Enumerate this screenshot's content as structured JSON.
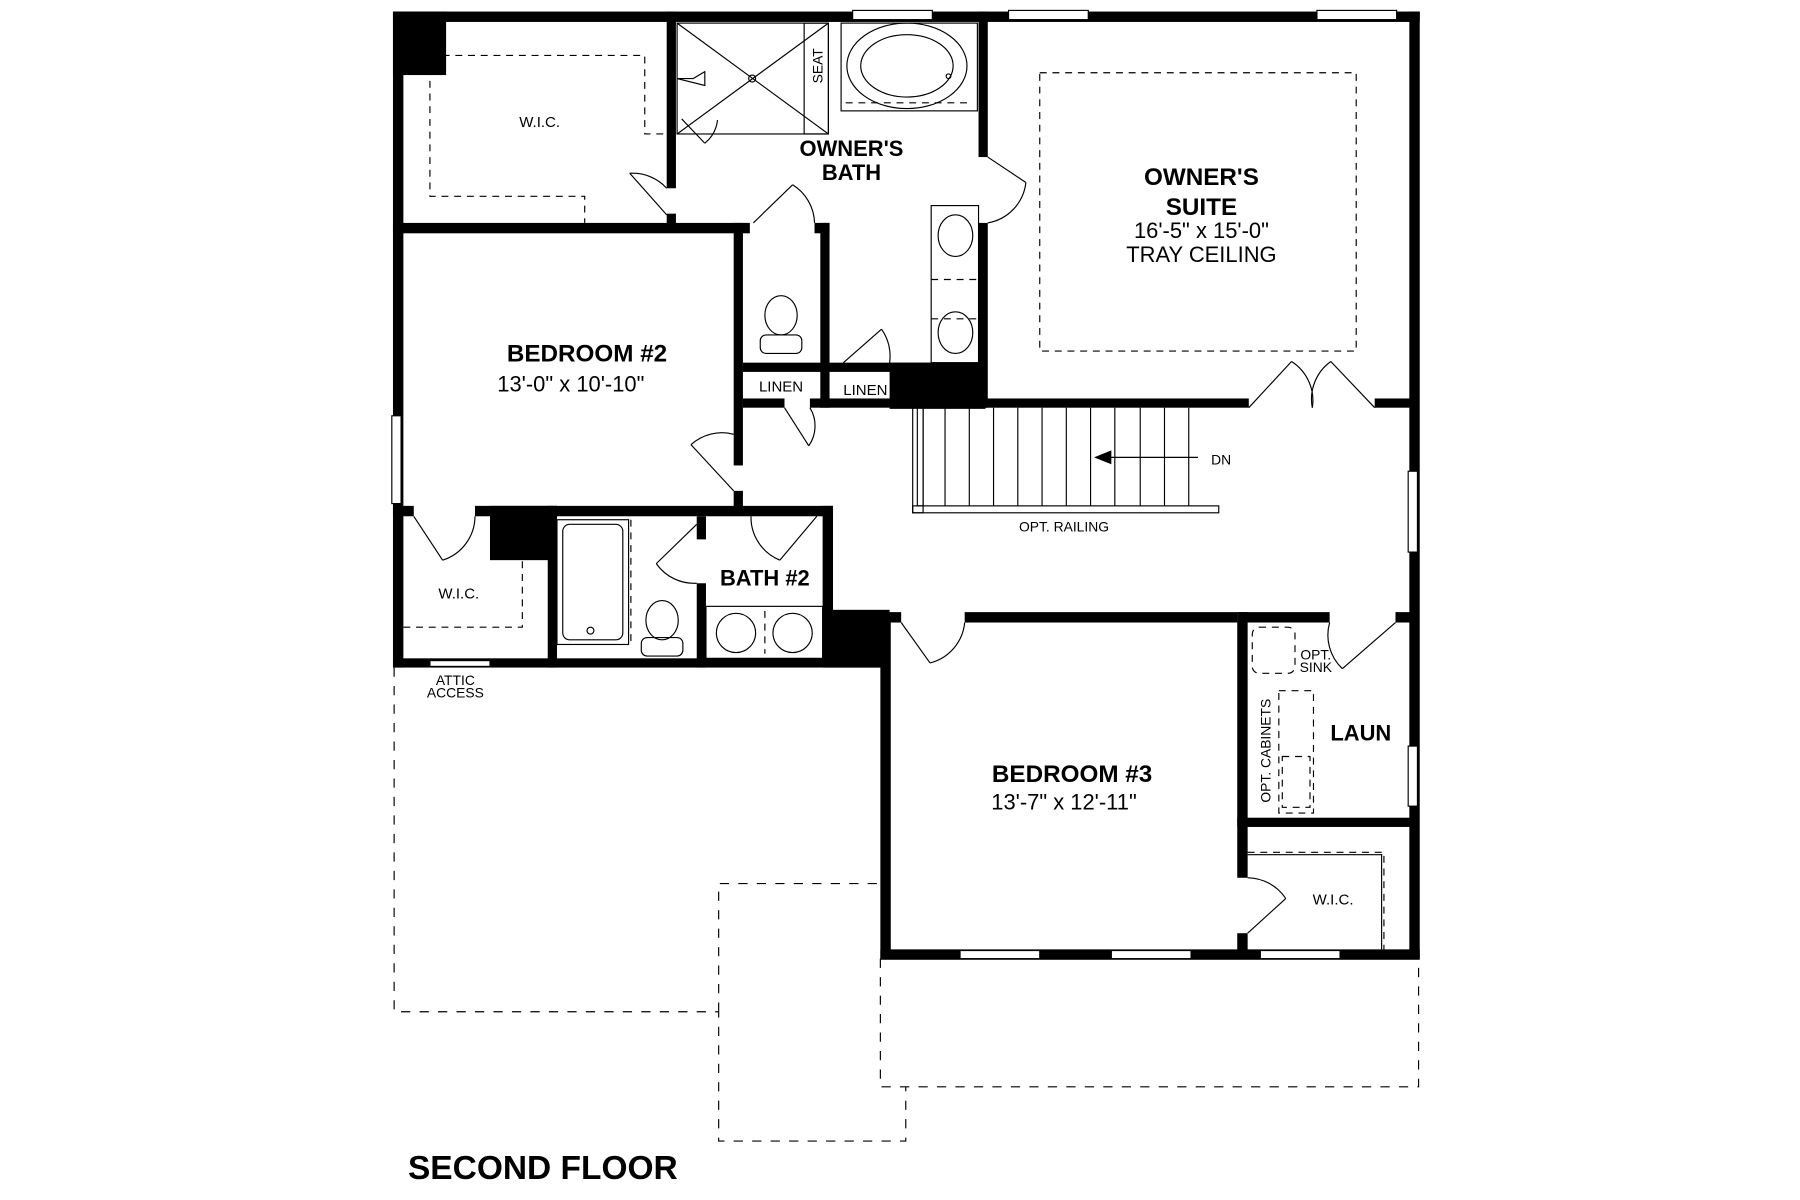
{
  "plan": {
    "title": "SECOND FLOOR",
    "rooms": {
      "owners_suite": {
        "name_line1": "OWNER'S",
        "name_line2": "SUITE",
        "dimensions": "16'-5\" x 15'-0\"",
        "note": "TRAY CEILING"
      },
      "owners_bath": {
        "name_line1": "OWNER'S",
        "name_line2": "BATH"
      },
      "owners_wic": {
        "name": "W.I.C."
      },
      "bedroom2": {
        "name": "BEDROOM #2",
        "dimensions": "13'-0\" x 10'-10\""
      },
      "bedroom2_wic": {
        "name": "W.I.C."
      },
      "bath2": {
        "name": "BATH #2"
      },
      "bedroom3": {
        "name": "BEDROOM #3",
        "dimensions": "13'-7\" x 12'-11\""
      },
      "bedroom3_wic": {
        "name": "W.I.C."
      },
      "laundry": {
        "name": "LAUN"
      },
      "linen1": {
        "name": "LINEN"
      },
      "linen2": {
        "name": "LINEN"
      }
    },
    "annotations": {
      "seat": "SEAT",
      "stairs_direction": "DN",
      "railing": "OPT. RAILING",
      "attic_line1": "ATTIC",
      "attic_line2": "ACCESS",
      "opt_sink_line1": "OPT.",
      "opt_sink_line2": "SINK",
      "opt_cabinets": "OPT. CABINETS"
    },
    "colors": {
      "wall": "#000000",
      "background": "#ffffff"
    }
  }
}
